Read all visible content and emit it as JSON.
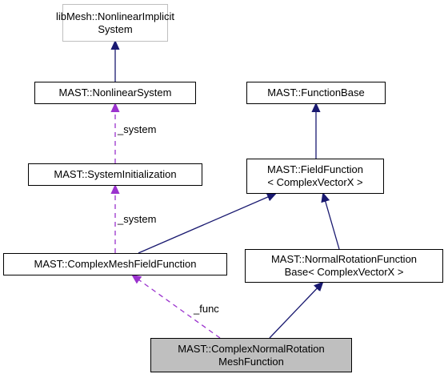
{
  "nodes": {
    "libmesh_system": {
      "line1": "libMesh::NonlinearImplicit",
      "line2": "System"
    },
    "nonlinear_system": {
      "label": "MAST::NonlinearSystem"
    },
    "function_base": {
      "label": "MAST::FunctionBase"
    },
    "system_initialization": {
      "label": "MAST::SystemInitialization"
    },
    "field_function": {
      "line1": "MAST::FieldFunction",
      "line2": "< ComplexVectorX >"
    },
    "complex_mesh_field_function": {
      "label": "MAST::ComplexMeshFieldFunction"
    },
    "normal_rotation_function_base": {
      "line1": "MAST::NormalRotationFunction",
      "line2": "Base< ComplexVectorX >"
    },
    "complex_normal_rotation_mesh_function": {
      "line1": "MAST::ComplexNormalRotation",
      "line2": "MeshFunction"
    }
  },
  "edge_labels": {
    "system_1": "_system",
    "system_2": "_system",
    "func": "_func"
  },
  "colors": {
    "inheritance": "#191970",
    "usage": "#9a32cd",
    "focus_fill": "#bfbfbf",
    "external_border": "#bfbfbf"
  }
}
